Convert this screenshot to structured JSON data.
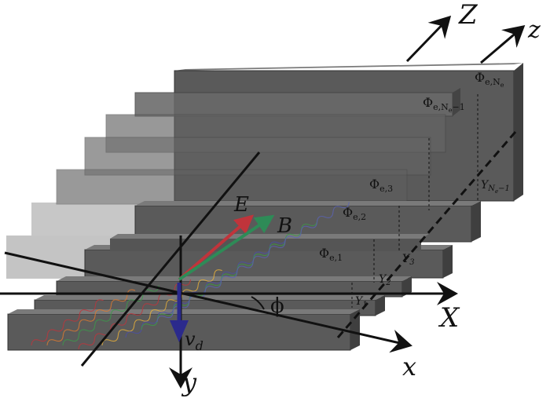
{
  "axes": {
    "X": "X",
    "Y_lower": "y",
    "Z": "Z",
    "z_lower": "z",
    "x_lower": "x",
    "angle": "ϕ"
  },
  "vectors": {
    "E": "E",
    "B": "B",
    "v_d": "v",
    "v_d_sub": "d"
  },
  "electrodes": [
    {
      "main": "Φ",
      "sub": "e,1"
    },
    {
      "main": "Φ",
      "sub": "e,2"
    },
    {
      "main": "Φ",
      "sub": "e,3"
    },
    {
      "main": "Φ",
      "sub": "e,N",
      "subsub": "e",
      "suffix": "−1"
    },
    {
      "main": "Φ",
      "sub": "e,N",
      "subsub": "e",
      "suffix": ""
    }
  ],
  "positions": [
    {
      "main": "Y",
      "sub": "1"
    },
    {
      "main": "Y",
      "sub": "2"
    },
    {
      "main": "Y",
      "sub": "3"
    },
    {
      "main": "Y",
      "sub": "N",
      "subsub": "e",
      "suffix": "−1"
    }
  ],
  "colors": {
    "bar_front": "#5a5a5a",
    "bar_top": "#7a7a7a",
    "bar_side": "#3f3f3f",
    "ghost": "#a9a9a9",
    "E_vector": "#c0343b",
    "B_vector": "#2e8b57",
    "v_d_vector": "#2b2a8c"
  }
}
